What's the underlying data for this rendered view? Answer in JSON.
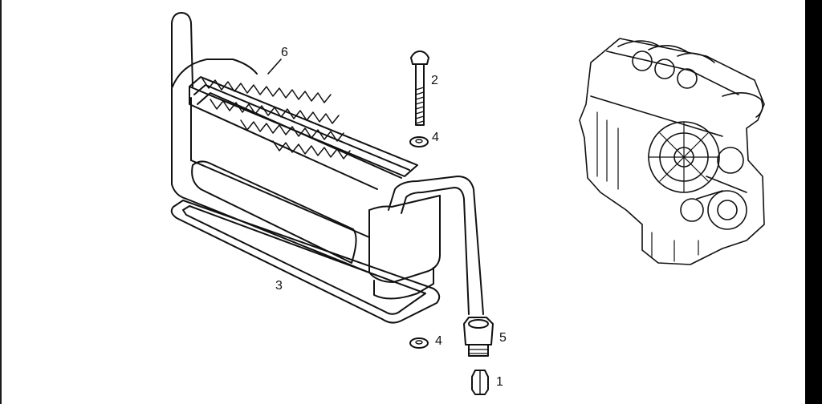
{
  "diagram": {
    "callouts": [
      {
        "id": "oil-cooler",
        "label": "6"
      },
      {
        "id": "bolt",
        "label": "2"
      },
      {
        "id": "washer-upper",
        "label": "4"
      },
      {
        "id": "gasket",
        "label": "3"
      },
      {
        "id": "washer-lower",
        "label": "4"
      },
      {
        "id": "union-fitting",
        "label": "5"
      },
      {
        "id": "nut",
        "label": "1"
      }
    ]
  },
  "colors": {
    "ink": "#111111",
    "paper": "#ffffff",
    "frame": "#000000"
  }
}
